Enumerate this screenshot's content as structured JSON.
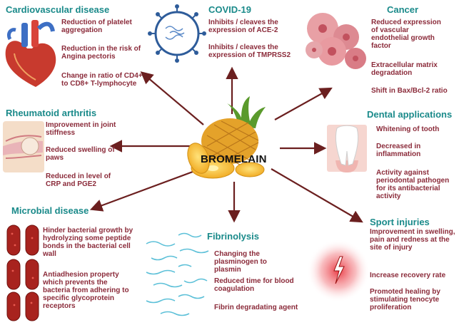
{
  "center": {
    "label": "BROMELAIN"
  },
  "colors": {
    "title": "#1a8a8a",
    "item": "#8b2b3a",
    "arrow": "#6b1f1f"
  },
  "sections": {
    "cardiovascular": {
      "title": "Cardiovascular disease",
      "items": [
        "Reduction of platelet aggregation",
        "Reduction in the risk of Angina pectoris",
        "Change in ratio of CD4+ to CD8+ T-lymphocyte"
      ]
    },
    "covid": {
      "title": "COVID-19",
      "items": [
        "Inhibits / cleaves the expression of ACE-2",
        "Inhibits / cleaves the expression of TMPRSS2"
      ]
    },
    "cancer": {
      "title": "Cancer",
      "items": [
        "Reduced expression of vascular endothelial growth factor",
        "Extracellular matrix degradation",
        "Shift in Bax/Bcl-2 ratio"
      ]
    },
    "rheumatoid": {
      "title": "Rheumatoid arthritis",
      "items": [
        "Improvement in joint stiffness",
        "Reduced swelling of paws",
        "Reduced in level of CRP and PGE2"
      ]
    },
    "dental": {
      "title": "Dental applications",
      "items": [
        "Whitening of tooth",
        "Decreased in inflammation",
        "Activity against periodontal pathogen for its antibacterial activity"
      ]
    },
    "microbial": {
      "title": "Microbial disease",
      "items": [
        "Hinder bacterial growth by hydrolyzing some peptide bonds in the bacterial cell wall",
        "Antiadhesion property which prevents the bacteria from adhering to specific glycoprotein receptors"
      ]
    },
    "fibrinolysis": {
      "title": "Fibrinolysis",
      "items": [
        "Changing the plasminogen to plasmin",
        "Reduced time for blood coagulation",
        "Fibrin degradating agent"
      ]
    },
    "sport": {
      "title": "Sport injuries",
      "items": [
        "Improvement in swelling, pain and redness at the site of injury",
        "Increase recovery rate",
        "Promoted healing by stimulating tenocyte proliferation"
      ]
    }
  }
}
